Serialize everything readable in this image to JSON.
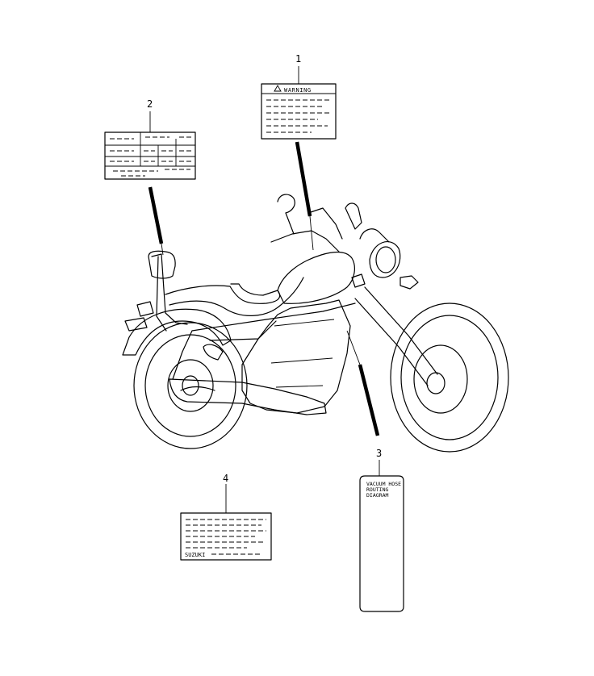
{
  "callouts": [
    {
      "number": "1"
    },
    {
      "number": "2"
    },
    {
      "number": "3"
    },
    {
      "number": "4"
    }
  ],
  "labels": {
    "warning_title": "WARNING",
    "vacuum_hose_line1": "VACUUM HOSE",
    "vacuum_hose_line2": "ROUTING",
    "vacuum_hose_line3": "DIAGRAM",
    "brand": "SUZUKI"
  },
  "icons": {
    "warning": "warning-triangle-icon"
  }
}
